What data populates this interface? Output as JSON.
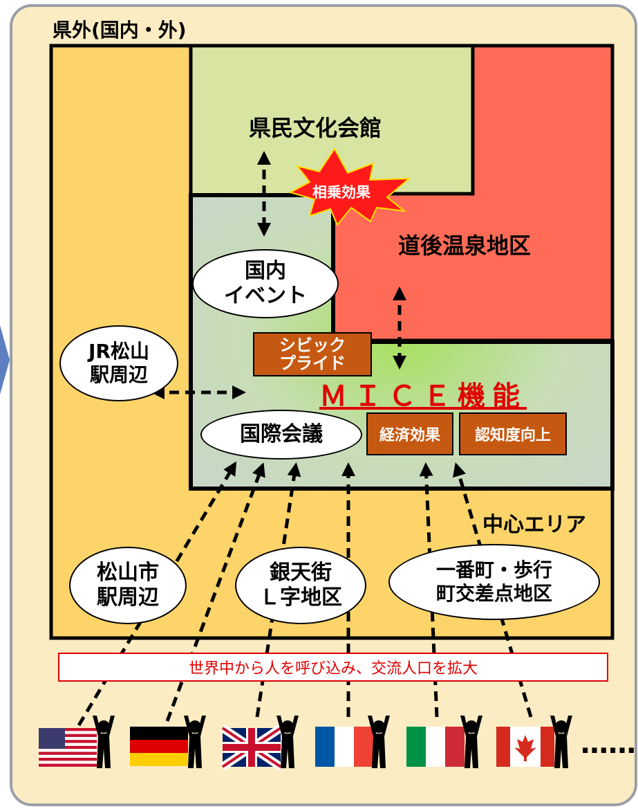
{
  "outer_label": "県外(国内・外)",
  "areas": {
    "culture_hall": "県民文化会館",
    "dogo": "道後温泉地区",
    "center": "中心エリア"
  },
  "burst": "相乗効果",
  "mice": "ＭＩＣＥ機能",
  "nodes": {
    "domestic_event": "国内\nイベント",
    "jr_station": "JR松山\n駅周辺",
    "intl_conference": "国際会議",
    "city_station": "松山市\n駅周辺",
    "ginten": "銀天街\nＬ字地区",
    "ichibancho": "一番町・歩行\n町交差点地区"
  },
  "boxes": {
    "civic_pride": "シビック\nプライド",
    "economic": "経済効果",
    "awareness": "認知度向上"
  },
  "banner": "世界中から人を呼び込み、交流人口を拡大",
  "ellipsis": "‥‥‥",
  "flags": [
    "usa-flag",
    "germany-flag",
    "uk-flag",
    "france-flag",
    "italy-flag",
    "canada-flag"
  ],
  "colors": {
    "background": "#fcecc4",
    "outer_area": "#fcd469",
    "culture_hall": "#d8e4a2",
    "dogo": "#ff6b57",
    "mice_area": "#c9dcc0",
    "box": "#c65911",
    "accent": "#e00000"
  }
}
